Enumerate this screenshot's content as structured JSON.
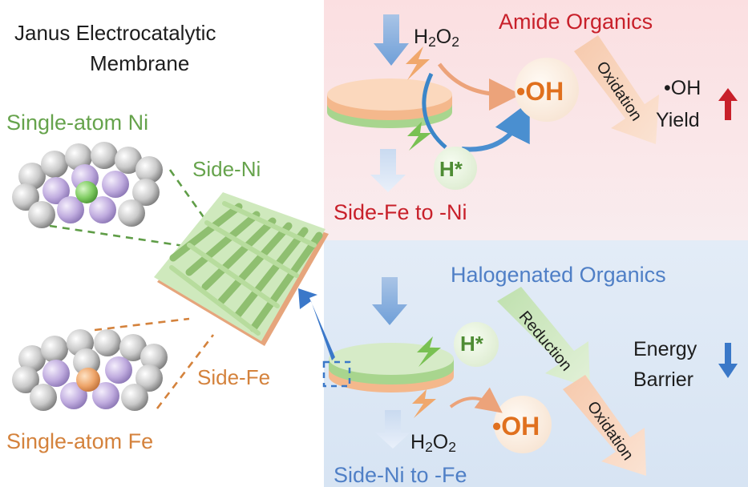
{
  "title_line1": "Janus Electrocatalytic",
  "title_line2": "Membrane",
  "ni_atom_label": "Single-atom Ni",
  "fe_atom_label": "Single-atom Fe",
  "side_ni_label": "Side-Ni",
  "side_fe_label": "Side-Fe",
  "top_panel": {
    "heading": "Amide Organics",
    "h2o2_main": "H",
    "h2o2_sub1": "2",
    "h2o2_o": "O",
    "h2o2_sub2": "2",
    "oh_radical": "•OH",
    "h_star": "H*",
    "arrow_oxidation": "Oxidation",
    "result_line1": "•OH",
    "result_line2": "Yield",
    "trend": "up",
    "direction": "Side-Fe to -Ni"
  },
  "bottom_panel": {
    "heading": "Halogenated Organics",
    "h2o2_main": "H",
    "h2o2_sub1": "2",
    "h2o2_o": "O",
    "h2o2_sub2": "2",
    "oh_radical": "•OH",
    "h_star": "H*",
    "arrow_reduction": "Reduction",
    "arrow_oxidation": "Oxidation",
    "result_line1": "Energy",
    "result_line2": "Barrier",
    "trend": "down",
    "direction": "Side-Ni to -Fe"
  },
  "colors": {
    "amide_red": "#c8202a",
    "halogen_blue": "#4f7fc6",
    "ni_green": "#66a34c",
    "fe_orange": "#d4823c",
    "oh_orange": "#e0701e",
    "h_green": "#4e8c34",
    "top_bg": "#fbe2e3",
    "bottom_bg": "#dfeaf6",
    "up_arrow": "#c8202a",
    "down_arrow": "#3a78c8"
  }
}
